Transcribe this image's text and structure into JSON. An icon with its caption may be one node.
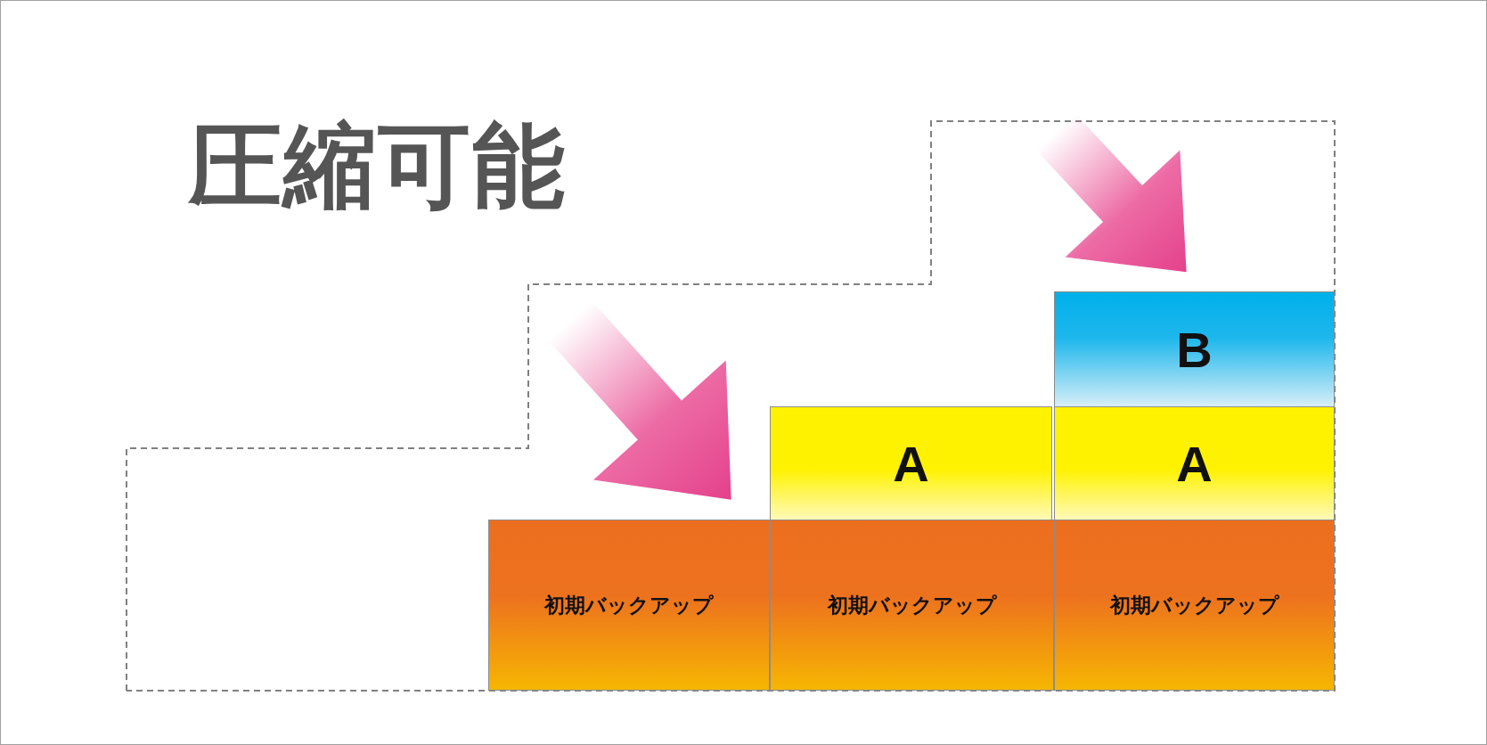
{
  "diagram": {
    "title": "圧縮可能",
    "nodes": [
      {
        "text": [
          "B"
        ]
      },
      {
        "text": [
          "A"
        ]
      },
      {
        "text": [
          "A"
        ]
      },
      {
        "text": [
          "初期バックアップ"
        ]
      },
      {
        "text": [
          "初期バックアップ"
        ]
      },
      {
        "text": [
          "初期バックアップ"
        ]
      }
    ]
  }
}
